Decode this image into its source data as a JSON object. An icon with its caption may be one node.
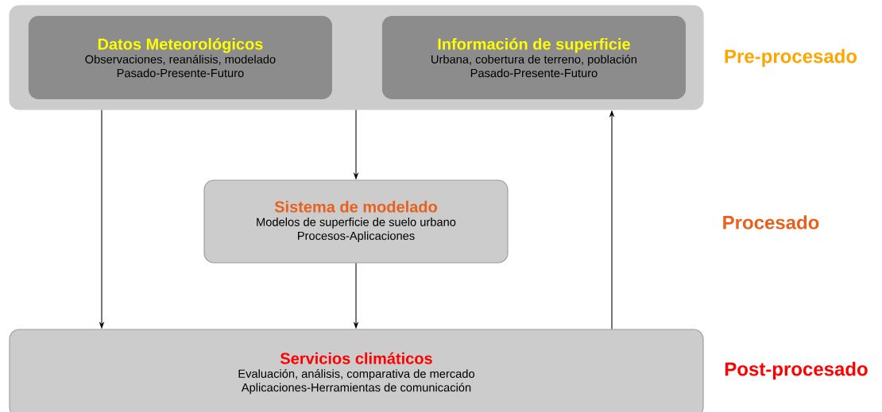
{
  "diagram": {
    "nodes": [
      {
        "text": [],
        "shape": "box"
      },
      {
        "text": [
          "Datos Meteorológicos",
          "Observaciones, reanálisis, modelado",
          "Pasado-Presente-Futuro"
        ],
        "in": 0
      },
      {
        "text": [
          "Información de superficie",
          "Urbana, cobertura de terreno, población",
          "Pasado-Presente-Futuro"
        ],
        "in": 0
      },
      {
        "text": [
          "Sistema de modelado",
          "Modelos de superficie de suelo urbano",
          "Procesos-Aplicaciones"
        ]
      },
      {
        "text": [
          "Servicios climáticos",
          "Evaluación, análisis, comparativa de mercado",
          "Aplicaciones-Herramientas de comunicación"
        ]
      }
    ],
    "edges": [
      {
        "from": 0,
        "to": 4,
        "arrow": "to"
      },
      {
        "from": 0,
        "to": 3,
        "arrow": "to"
      },
      {
        "from": 3,
        "to": 4,
        "arrow": "to"
      },
      {
        "from": 4,
        "to": 0,
        "arrow": "to"
      }
    ],
    "labels": [
      "Pre-procesado",
      "Procesado",
      "Post-procesado"
    ]
  }
}
